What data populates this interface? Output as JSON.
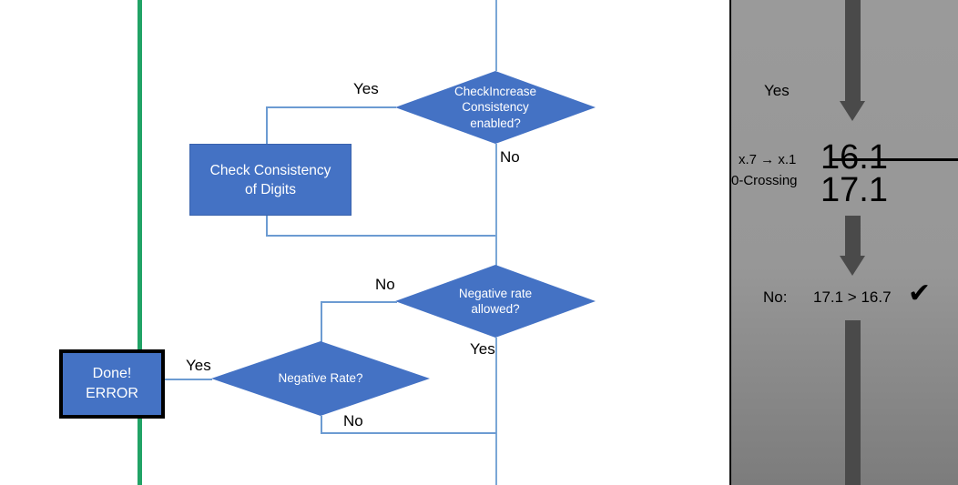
{
  "flowchart": {
    "nodes": {
      "check_increase_diamond": {
        "lines": [
          "CheckIncrease",
          "Consistency",
          "enabled?"
        ]
      },
      "check_consistency_box": {
        "lines": [
          "Check Consistency",
          "of Digits"
        ]
      },
      "negative_rate_allowed_diamond": {
        "lines": [
          "Negative rate",
          "allowed?"
        ]
      },
      "negative_rate_diamond": {
        "lines": [
          "Negative Rate?"
        ]
      },
      "done_error_box": {
        "lines": [
          "Done!",
          "ERROR"
        ]
      }
    },
    "edge_labels": {
      "check_increase_yes": "Yes",
      "check_increase_no": "No",
      "negative_rate_allowed_no": "No",
      "negative_rate_allowed_yes": "Yes",
      "negative_rate_yes": "Yes",
      "negative_rate_no": "No"
    },
    "colors": {
      "node_fill": "#4472C4",
      "connector": "#6c9bd2",
      "green_divider": "#21a366",
      "error_border": "#000000"
    }
  },
  "panel": {
    "yes_label": "Yes",
    "rule_label": "x.7 → x.1",
    "crossing_label": "0-Crossing",
    "value_struck": "16.1",
    "value_final": "17.1",
    "comparison_prefix": "No:",
    "comparison": "17.1 > 16.7",
    "check_mark": "✔",
    "colors": {
      "background": "#979797",
      "arrow": "#4a4a4a"
    }
  }
}
